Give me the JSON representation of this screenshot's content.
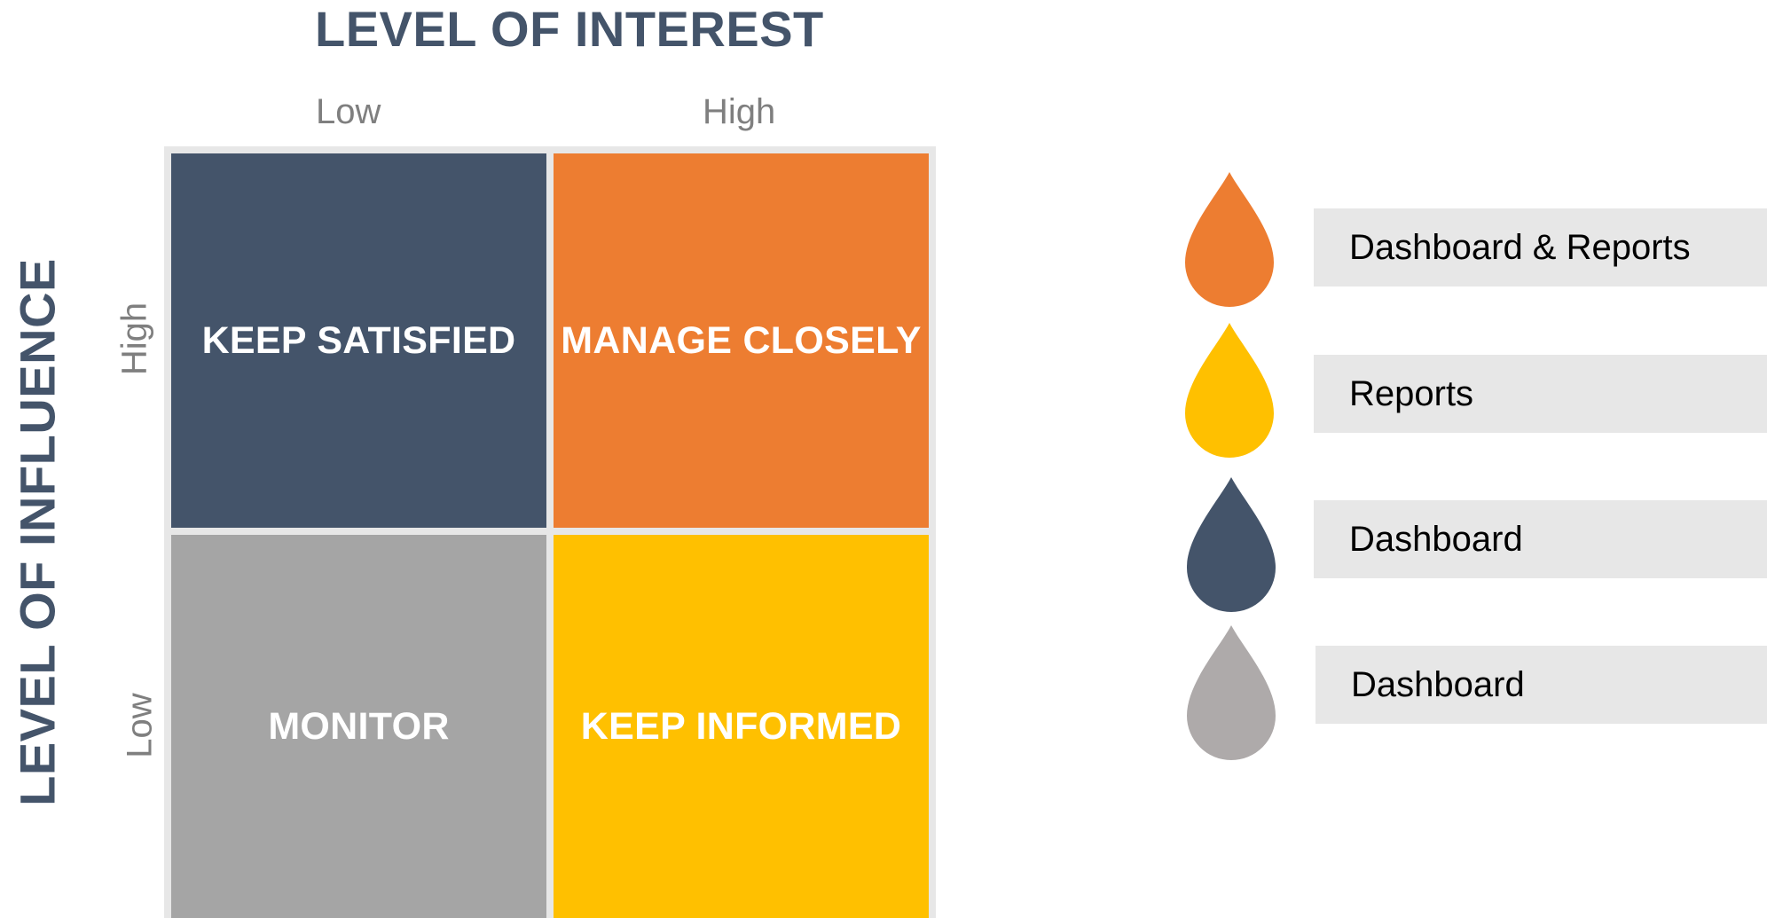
{
  "diagram": {
    "x_axis_title": "LEVEL OF INTEREST",
    "y_axis_title": "LEVEL OF INFLUENCE",
    "x_axis_levels": {
      "low": "Low",
      "high": "High"
    },
    "y_axis_levels": {
      "high": "High",
      "low": "Low"
    },
    "quadrants": {
      "low_interest_high_influence": {
        "label": "KEEP SATISFIED",
        "color": "#44546a"
      },
      "high_interest_high_influence": {
        "label": "MANAGE CLOSELY",
        "color": "#ed7d31"
      },
      "low_interest_low_influence": {
        "label": "MONITOR",
        "color": "#a5a5a5"
      },
      "high_interest_low_influence": {
        "label": "KEEP INFORMED",
        "color": "#ffc000"
      }
    }
  },
  "legend": {
    "items": [
      {
        "icon": "orange-drop-icon",
        "color": "#ed7d31",
        "label": "Dashboard & Reports"
      },
      {
        "icon": "yellow-drop-icon",
        "color": "#ffc000",
        "label": "Reports"
      },
      {
        "icon": "navy-drop-icon",
        "color": "#44546a",
        "label": "Dashboard"
      },
      {
        "icon": "gray-drop-icon",
        "color": "#aeaaaa",
        "label": "Dashboard"
      }
    ]
  }
}
